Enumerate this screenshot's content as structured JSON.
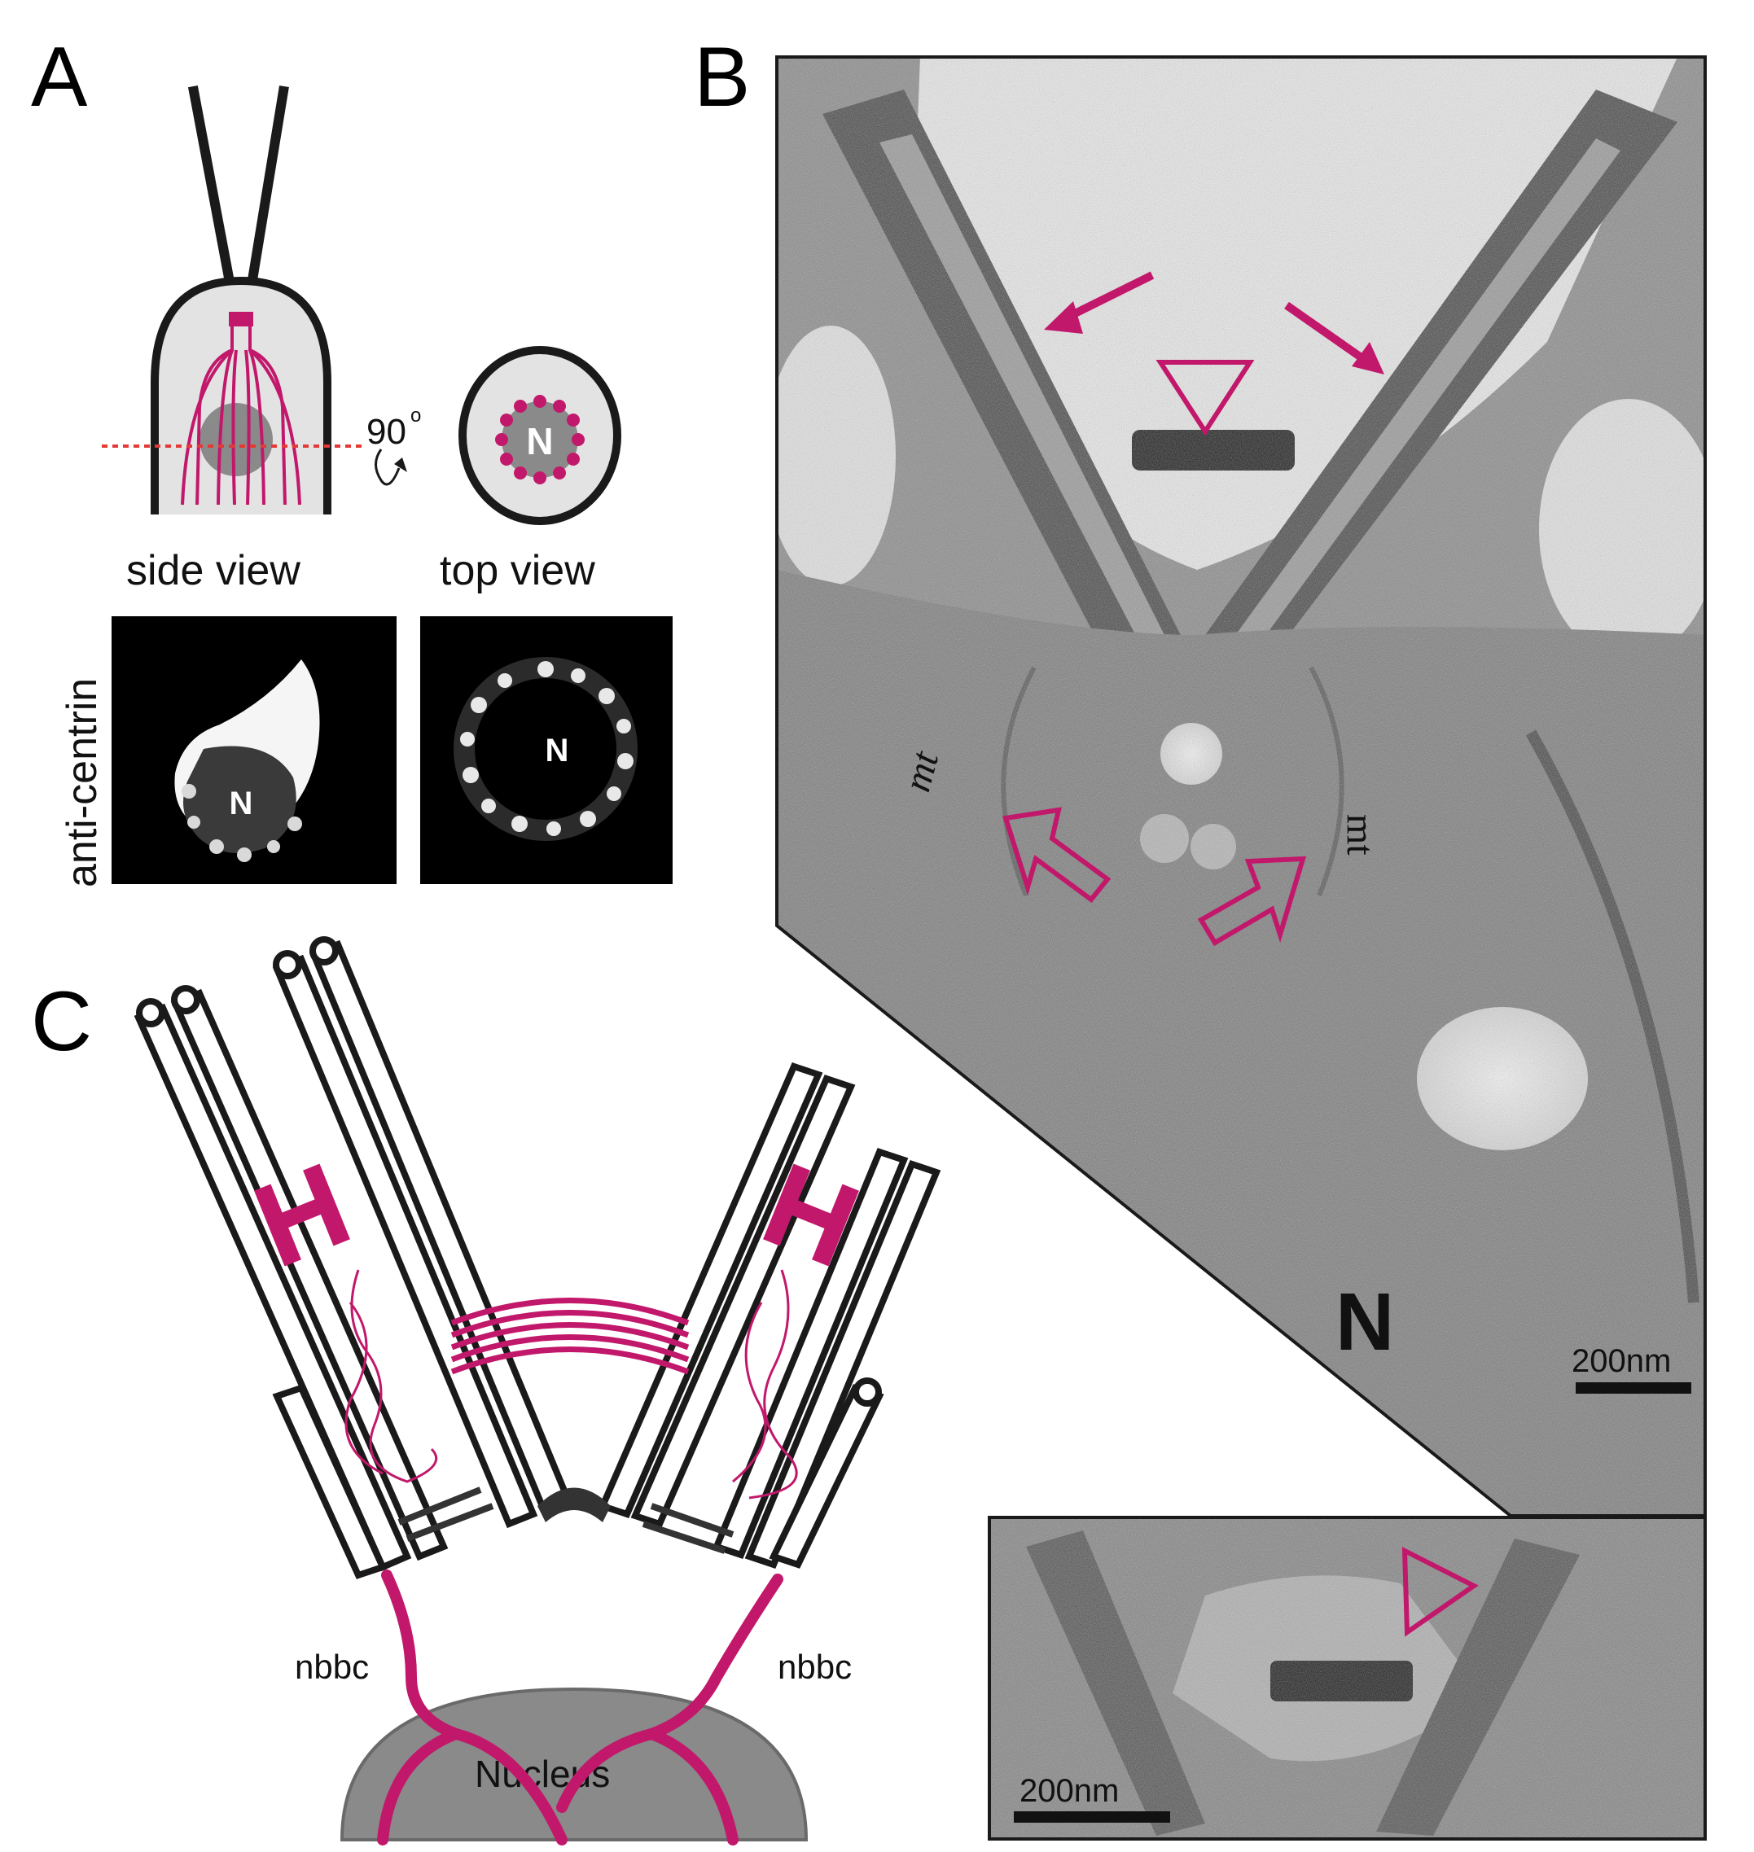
{
  "panels": {
    "A": {
      "letter": "A",
      "rotation_label": "90",
      "rotation_unit": "o",
      "nucleus_label": "N",
      "side_view_label": "side view",
      "top_view_label": "top view",
      "stain_label": "anti-centrin",
      "micro_side_nucleus": "N",
      "micro_top_nucleus": "N"
    },
    "B": {
      "letter": "B",
      "mt_left": "mt",
      "mt_right": "mt",
      "nucleus_label": "N",
      "scale_bar": "200nm",
      "inset_scale_bar": "200nm"
    },
    "C": {
      "letter": "C",
      "nbbc_left": "nbbc",
      "nbbc_right": "nbbc",
      "nucleus_label": "Nucleus"
    }
  },
  "colors": {
    "magenta": "#c2186b",
    "cell_fill": "#e3e3e3",
    "nucleus_gray": "#8a8a8a",
    "outline": "#1a1a1a",
    "dashed_line": "#e53935"
  }
}
